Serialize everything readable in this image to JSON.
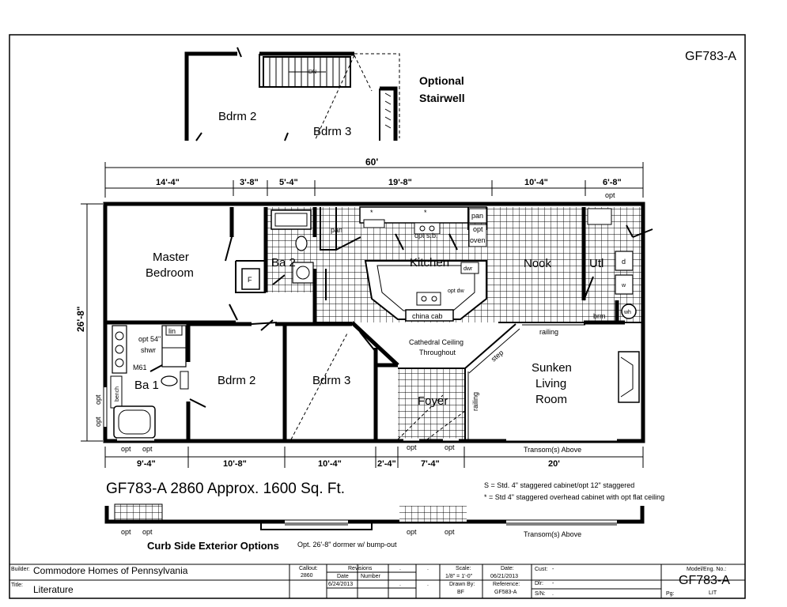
{
  "plan_id_top": "GF783-A",
  "stairwell": {
    "title_line1": "Optional",
    "title_line2": "Stairwell",
    "bdrm2": "Bdrm 2",
    "bdrm3": "Bdrm 3",
    "dn": "DN"
  },
  "dimensions": {
    "overall_width": "60'",
    "overall_depth": "26'-8\"",
    "top": [
      "14'-4\"",
      "3'-8\"",
      "5'-4\"",
      "19'-8\"",
      "10'-4\"",
      "6'-8\""
    ],
    "top_opt": "opt",
    "bottom": [
      "9'-4\"",
      "10'-8\"",
      "10'-4\"",
      "2'-4\"",
      "7'-4\"",
      "20'"
    ]
  },
  "rooms": {
    "master_line1": "Master",
    "master_line2": "Bedroom",
    "ba2": "Ba 2",
    "kitchen": "Kitchen",
    "nook": "Nook",
    "utl": "Utl",
    "ba1": "Ba 1",
    "bdrm2": "Bdrm 2",
    "bdrm3": "Bdrm 3",
    "foyer": "Foyer",
    "living_line1": "Sunken",
    "living_line2": "Living",
    "living_line3": "Room"
  },
  "labels": {
    "pan1": "pan",
    "pan2": "pan",
    "opt_sb": "opt s.b.",
    "opt_oven_1": "opt",
    "opt_oven_2": "oven",
    "dwr": "dwr",
    "opt_dw": "opt dw",
    "china_cab": "china cab",
    "cathedral_1": "Cathedral Ceiling",
    "cathedral_2": "Throughout",
    "railing_top": "railing",
    "railing_foyer": "railing",
    "step": "step",
    "lin": "lin",
    "opt54_1": "opt 54\"",
    "opt54_2": "shwr",
    "m61": "M61",
    "bench": "bench",
    "opt_left1": "opt",
    "opt_left2": "opt",
    "f": "F",
    "d": "d",
    "w": "w",
    "wh": "wh",
    "brm": "brm",
    "star1": "*",
    "star2": "*",
    "bottom_opts": [
      "opt",
      "opt",
      "opt",
      "opt"
    ],
    "transom": "Transom(s) Above"
  },
  "summary": "GF783-A 2860  Approx. 1600 Sq. Ft.",
  "notes": [
    "S = Std. 4\" staggered cabinet/opt 12\" staggered",
    "* = Std 4\" staggered overhead cabinet with opt flat ceiling"
  ],
  "curb": {
    "title": "Curb Side Exterior Options",
    "dormer": "Opt. 26'-8\" dormer w/ bump-out",
    "opts": [
      "opt",
      "opt",
      "opt",
      "opt"
    ],
    "transom": "Transom(s) Above"
  },
  "title_block": {
    "builder_label": "Builder:",
    "builder": "Commodore Homes of Pennsylvania",
    "title_label": "Title:",
    "title": "Literature",
    "callout_label": "Callout:",
    "callout": "2860",
    "revisions_label": "Revisions",
    "date_label": "Date",
    "number_label": "Number",
    "rev_date": "6/24/2013",
    "scale_label": "Scale:",
    "scale": "1/8\" = 1'-0\"",
    "date2_label": "Date:",
    "date2": "06/21/2013",
    "drawn_label": "Drawn By:",
    "drawn": "BF",
    "reference_label": "Reference:",
    "reference": "GF583-A",
    "cust_label": "Cust:",
    "cust": "-",
    "dlr_label": "Dlr:",
    "dlr": "-",
    "sn_label": "S/N:",
    "sn": ".",
    "model_label": "Model/Eng. No.:",
    "model": "GF783-A",
    "pg_label": "Pg:",
    "pg": "LIT",
    "dots": ".",
    "dash": "-"
  }
}
